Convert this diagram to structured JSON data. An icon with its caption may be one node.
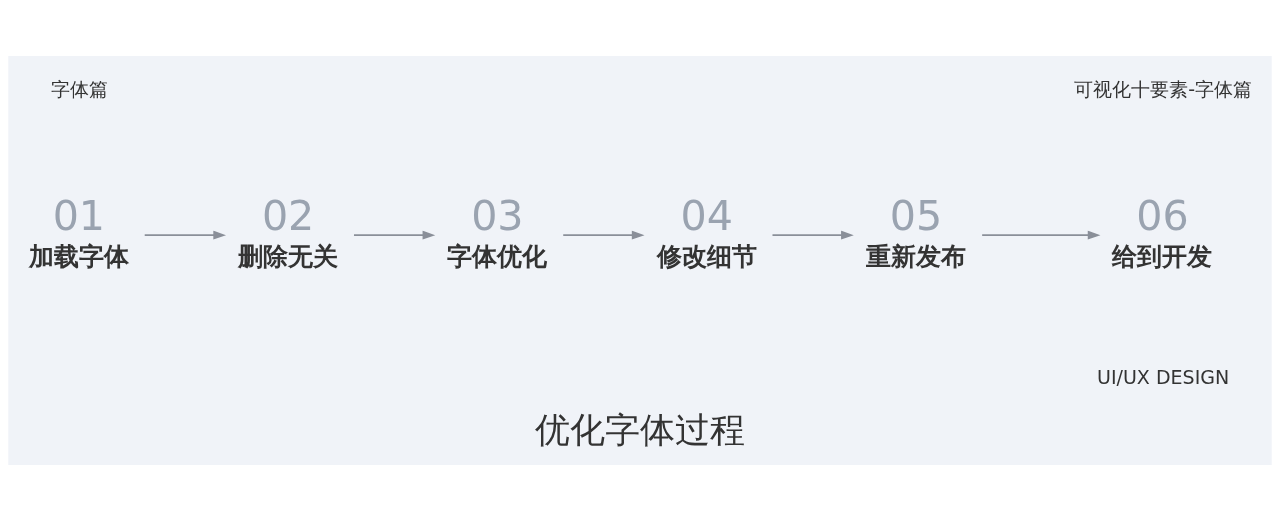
{
  "diagram": {
    "caption": "优化字体过程",
    "nodes": [
      {
        "text": [
          "加载字体"
        ],
        "beside": [
          "01"
        ]
      },
      {
        "text": [
          "删除无关"
        ],
        "beside": [
          "02"
        ]
      },
      {
        "text": [
          "字体优化"
        ],
        "beside": [
          "03"
        ]
      },
      {
        "text": [
          "修改细节"
        ],
        "beside": [
          "04"
        ]
      },
      {
        "text": [
          "重新发布"
        ],
        "beside": [
          "05"
        ]
      },
      {
        "text": [
          "给到开发"
        ],
        "beside": [
          "06"
        ]
      }
    ],
    "edges": [
      {
        "from": 0,
        "to": 1,
        "arrow": "to"
      },
      {
        "from": 1,
        "to": 2,
        "arrow": "to"
      },
      {
        "from": 2,
        "to": 3,
        "arrow": "to"
      },
      {
        "from": 3,
        "to": 4,
        "arrow": "to"
      },
      {
        "from": 4,
        "to": 5,
        "arrow": "to"
      }
    ],
    "labels": [
      "字体篇",
      "可视化十要素-字体篇",
      "UI/UX DESIGN"
    ]
  }
}
